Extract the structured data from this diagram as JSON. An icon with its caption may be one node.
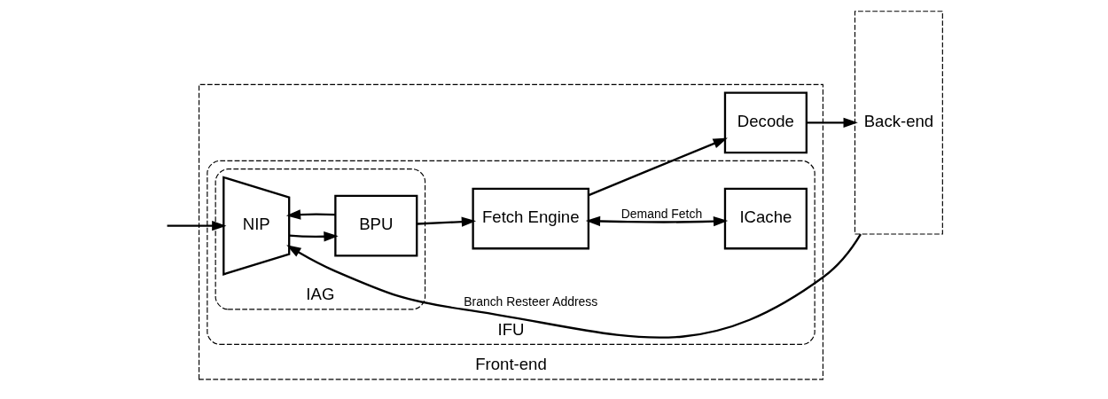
{
  "diagram": {
    "nodes": [
      {
        "text": [
          "Front-end"
        ]
      },
      {
        "text": [
          "IFU"
        ],
        "in": 0
      },
      {
        "text": [
          "IAG"
        ],
        "in": 1
      },
      {
        "text": [
          "NIP"
        ],
        "in": 2
      },
      {
        "text": [
          "BPU"
        ],
        "in": 2
      },
      {
        "text": [
          "Fetch Engine"
        ],
        "in": 1
      },
      {
        "text": [
          "ICache"
        ],
        "in": 1
      },
      {
        "text": [
          "Decode"
        ],
        "in": 0
      },
      {
        "text": [
          "Back-end"
        ]
      }
    ],
    "edges": [
      {
        "from": 8,
        "to": 3,
        "arrow": "to",
        "label": "Branch Resteer Address"
      },
      {
        "from": null,
        "to": 3,
        "arrow": "to"
      },
      {
        "from": 4,
        "to": 3,
        "arrow": "to"
      },
      {
        "from": 3,
        "to": 4,
        "arrow": "to"
      },
      {
        "from": 4,
        "to": 5,
        "arrow": "to"
      },
      {
        "from": 5,
        "to": 6,
        "arrow": "both",
        "label": "Demand Fetch"
      },
      {
        "from": 5,
        "to": 7,
        "arrow": "to"
      },
      {
        "from": 7,
        "to": 8,
        "arrow": "to"
      }
    ]
  }
}
